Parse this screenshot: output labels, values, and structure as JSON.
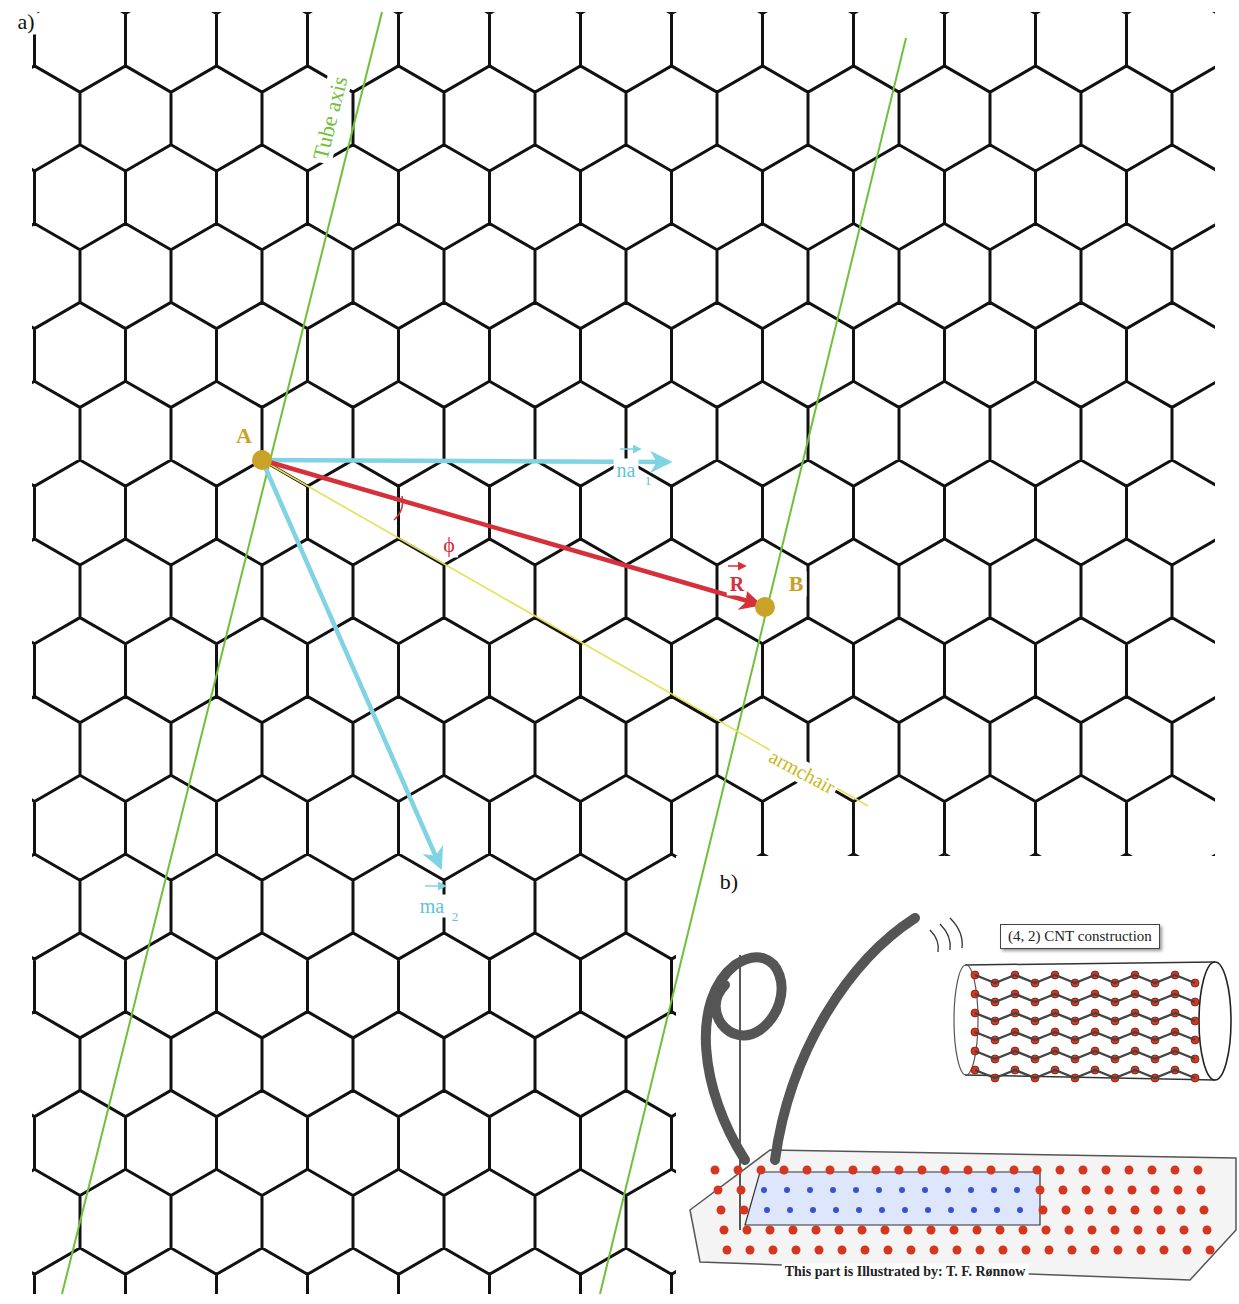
{
  "diagram": {
    "nodes": [
      {
        "text": [
          "(4, 2) CNT construction"
        ]
      }
    ],
    "labels": [
      "a)",
      "Tube axis",
      "A",
      "na",
      "1",
      "ϕ",
      "R",
      "B",
      "armchair",
      "ma",
      "2",
      "b)",
      "This part is Illustrated by: T. F. Rønnow"
    ]
  }
}
